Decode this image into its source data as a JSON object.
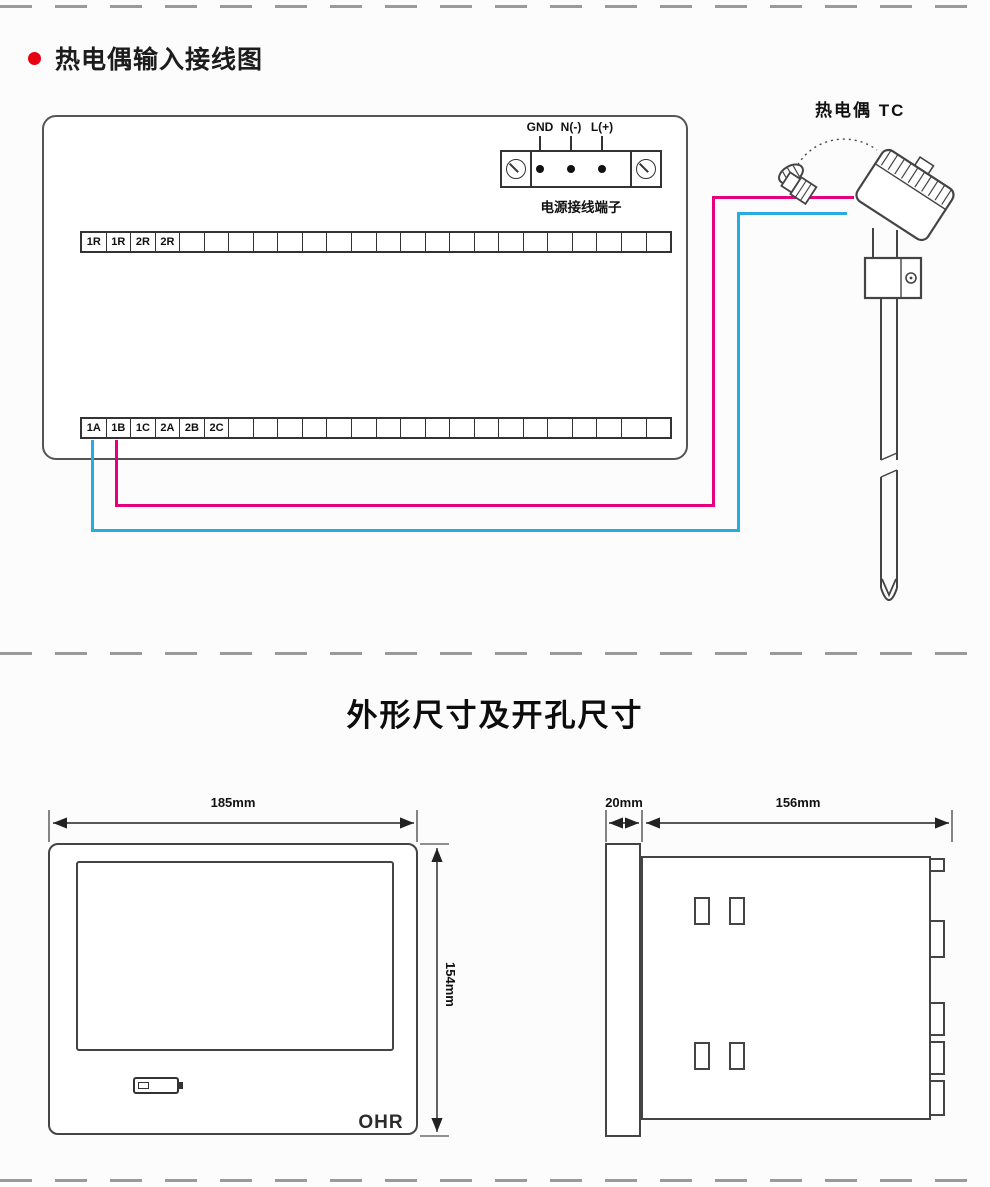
{
  "wiring": {
    "title": "热电偶输入接线图",
    "bullet_color": "#e60012",
    "power": {
      "gnd": "GND",
      "n": "N(-)",
      "l": "L(+)",
      "caption": "电源接线端子"
    },
    "top_strip": {
      "cells": 24,
      "labels": [
        "1R",
        "1R",
        "2R",
        "2R"
      ]
    },
    "bottom_strip": {
      "cells": 24,
      "labels": [
        "1A",
        "1B",
        "1C",
        "2A",
        "2B",
        "2C"
      ]
    },
    "sensor_label": "热电偶 TC",
    "colors": {
      "magenta": "#e6007e",
      "cyan": "#29abe2"
    }
  },
  "dimensions": {
    "title": "外形尺寸及开孔尺寸",
    "front": {
      "width": "185mm",
      "height": "154mm",
      "brand": "OHR"
    },
    "side": {
      "depth": "20mm",
      "length": "156mm"
    }
  }
}
